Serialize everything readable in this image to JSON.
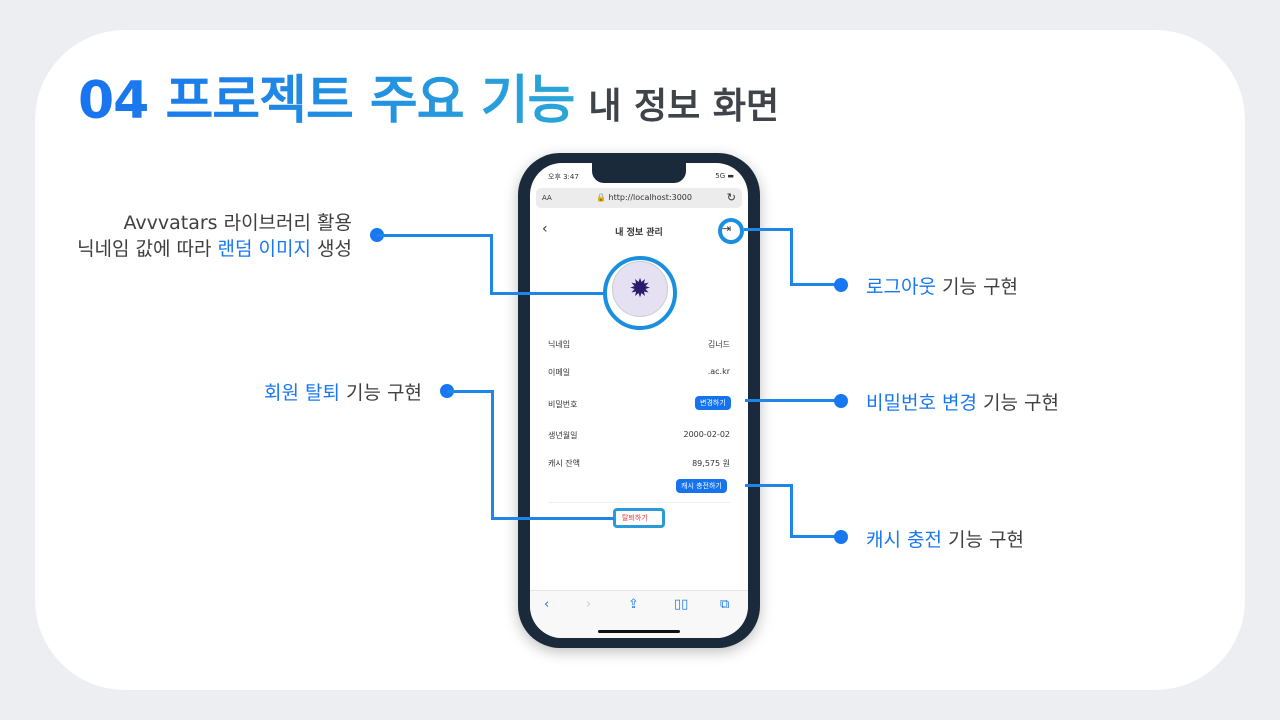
{
  "slide": {
    "title_main": "04 프로젝트 주요 기능",
    "title_sub": "내 정보 화면"
  },
  "notes": {
    "avatar_line1": "Avvvatars 라이브러리 활용",
    "avatar_line2_a": "닉네임 값에 따라 ",
    "avatar_line2_hl": "랜덤 이미지",
    "avatar_line2_b": " 생성",
    "withdraw_hl": "회원 탈퇴",
    "withdraw_rest": " 기능 구현",
    "logout_hl": "로그아웃",
    "logout_rest": " 기능 구현",
    "password_hl": "비밀번호 변경",
    "password_rest": " 기능 구현",
    "cash_hl": "캐시 충전",
    "cash_rest": " 기능 구현"
  },
  "phone": {
    "status_time": "오후 3:47",
    "status_network": "5G",
    "url_aa": "AA",
    "url": "http://localhost:3000",
    "header_title": "내 정보 관리",
    "rows": [
      {
        "label": "닉네임",
        "value": "김너드"
      },
      {
        "label": "이메일",
        "value": ".ac.kr"
      },
      {
        "label": "비밀번호",
        "button": "변경하기"
      },
      {
        "label": "생년월일",
        "value": "2000-02-02"
      },
      {
        "label": "캐시 잔액",
        "value": "89,575 원"
      }
    ],
    "cash_button": "캐시 충전하기",
    "withdraw_button": "탈퇴하기"
  },
  "colors": {
    "accent": "#1877f2",
    "connector": "#1d86e6",
    "withdraw": "#e53935"
  }
}
